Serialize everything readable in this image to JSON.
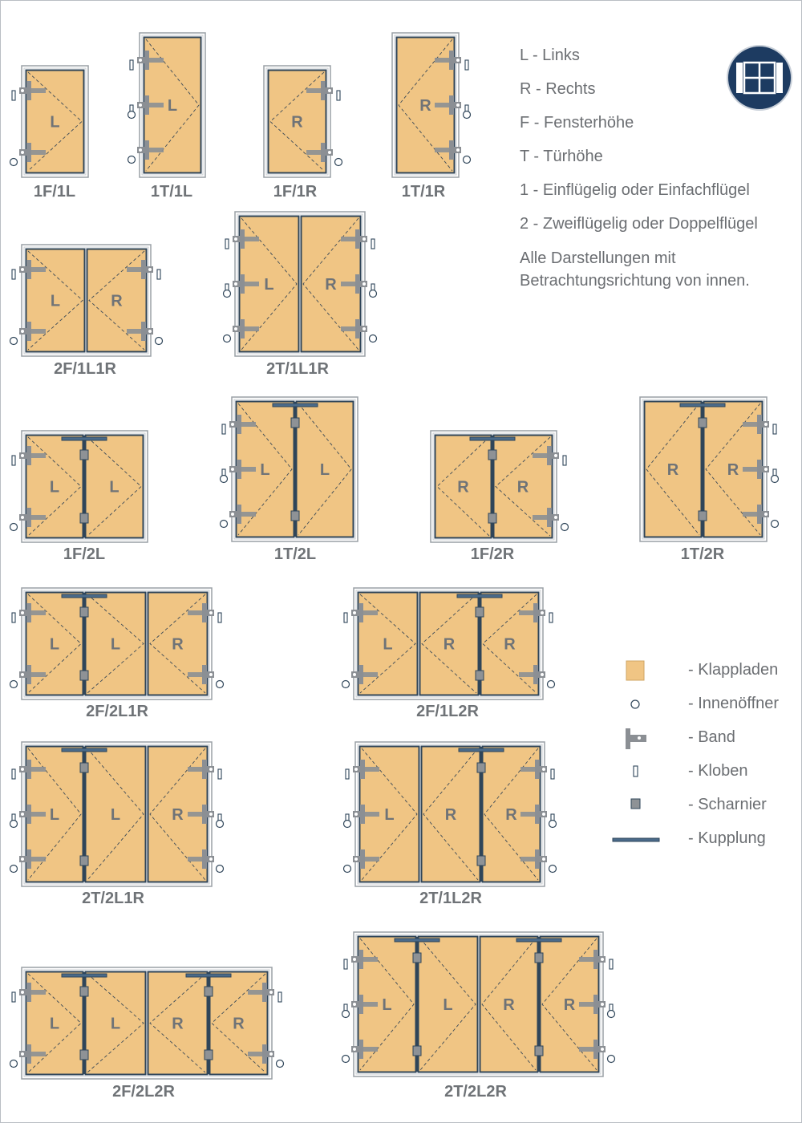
{
  "colors": {
    "shutter": "#f0c584",
    "frame_line": "#2f4559",
    "hinge": "#8b8f94",
    "icon_bg": "#1d3b61",
    "label": "#6f7377"
  },
  "legend_definitions": [
    "L - Links",
    "R - Rechts",
    "F - Fensterhöhe",
    "T - Türhöhe",
    "1 - Einflügelig oder Einfachflügel",
    "2 - Zweiflügelig oder Doppelflügel"
  ],
  "note": [
    "Alle Darstellungen mit",
    "Betrachtungsrichtung von innen."
  ],
  "symbol_legend": [
    {
      "icon": "shutter-swatch-icon",
      "label": "- Klappladen"
    },
    {
      "icon": "inner-opener-icon",
      "label": "- Innenöffner"
    },
    {
      "icon": "band-hinge-icon",
      "label": "- Band"
    },
    {
      "icon": "kloben-icon",
      "label": "- Kloben"
    },
    {
      "icon": "scharnier-icon",
      "label": "- Scharnier"
    },
    {
      "icon": "kupplung-icon",
      "label": "- Kupplung"
    }
  ],
  "shutters": [
    {
      "code": "1F/1L",
      "panels": [
        {
          "l": "L",
          "h": "L"
        }
      ]
    },
    {
      "code": "1T/1L",
      "panels": [
        {
          "l": "L",
          "h": "L"
        }
      ]
    },
    {
      "code": "1F/1R",
      "panels": [
        {
          "l": "R",
          "h": "R"
        }
      ]
    },
    {
      "code": "1T/1R",
      "panels": [
        {
          "l": "R",
          "h": "R"
        }
      ]
    },
    {
      "code": "2F/1L1R",
      "panels": [
        {
          "l": "L",
          "h": "L"
        },
        {
          "l": "R",
          "h": "R"
        }
      ]
    },
    {
      "code": "2T/1L1R",
      "panels": [
        {
          "l": "L",
          "h": "L"
        },
        {
          "l": "R",
          "h": "R"
        }
      ]
    },
    {
      "code": "1F/2L",
      "panels": [
        {
          "l": "L",
          "h": "L"
        },
        {
          "l": "L",
          "h": "S"
        }
      ]
    },
    {
      "code": "1T/2L",
      "panels": [
        {
          "l": "L",
          "h": "L"
        },
        {
          "l": "L",
          "h": "S"
        }
      ]
    },
    {
      "code": "1F/2R",
      "panels": [
        {
          "l": "R",
          "h": "S"
        },
        {
          "l": "R",
          "h": "R"
        }
      ]
    },
    {
      "code": "1T/2R",
      "panels": [
        {
          "l": "R",
          "h": "S"
        },
        {
          "l": "R",
          "h": "R"
        }
      ]
    },
    {
      "code": "2F/2L1R",
      "panels": [
        {
          "l": "L",
          "h": "L"
        },
        {
          "l": "L",
          "h": "S"
        },
        {
          "l": "R",
          "h": "R"
        }
      ]
    },
    {
      "code": "2F/1L2R",
      "panels": [
        {
          "l": "L",
          "h": "L"
        },
        {
          "l": "R",
          "h": "S"
        },
        {
          "l": "R",
          "h": "R"
        }
      ]
    },
    {
      "code": "2T/2L1R",
      "panels": [
        {
          "l": "L",
          "h": "L"
        },
        {
          "l": "L",
          "h": "S"
        },
        {
          "l": "R",
          "h": "R"
        }
      ]
    },
    {
      "code": "2T/1L2R",
      "panels": [
        {
          "l": "L",
          "h": "L"
        },
        {
          "l": "R",
          "h": "S"
        },
        {
          "l": "R",
          "h": "R"
        }
      ]
    },
    {
      "code": "2F/2L2R",
      "panels": [
        {
          "l": "L",
          "h": "L"
        },
        {
          "l": "L",
          "h": "S"
        },
        {
          "l": "R",
          "h": "S"
        },
        {
          "l": "R",
          "h": "R"
        }
      ]
    },
    {
      "code": "2T/2L2R",
      "panels": [
        {
          "l": "L",
          "h": "L"
        },
        {
          "l": "L",
          "h": "S"
        },
        {
          "l": "R",
          "h": "S"
        },
        {
          "l": "R",
          "h": "R"
        }
      ]
    }
  ]
}
